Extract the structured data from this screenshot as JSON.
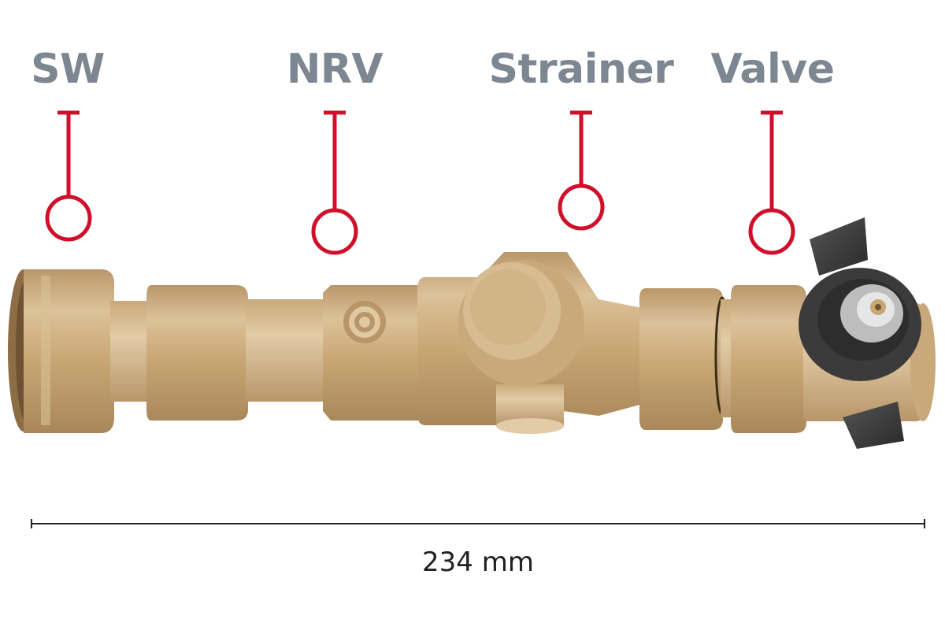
{
  "labels": {
    "sw": "SW",
    "nrv": "NRV",
    "strainer": "Strainer",
    "valve": "Valve"
  },
  "dimension": {
    "text": "234 mm"
  },
  "colors": {
    "label_text": "#7d8791",
    "marker": "#d0102a",
    "brass_base": "#c8a775",
    "brass_light": "#dcc199",
    "brass_dark": "#a9875a",
    "handle": "#3a3a3a",
    "dimension_line": "#222222"
  }
}
